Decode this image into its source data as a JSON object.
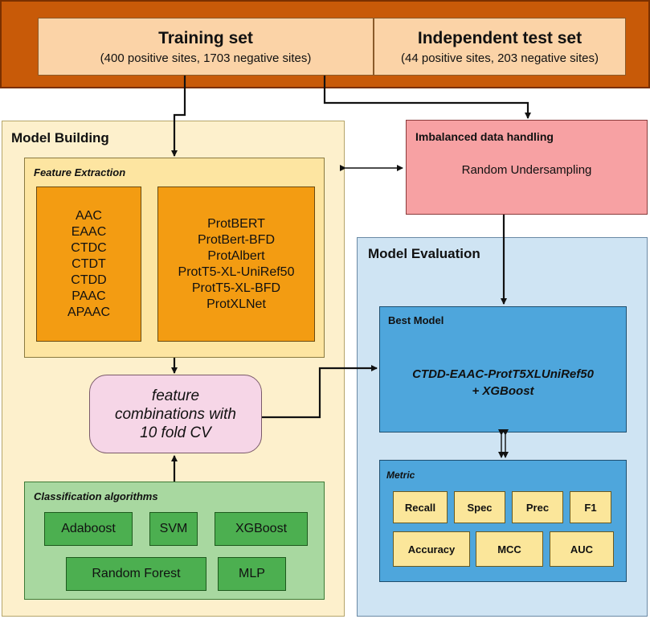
{
  "training_set": {
    "title": "Training set",
    "subtitle": "(400 positive sites, 1703 negative sites)"
  },
  "test_set": {
    "title": "Independent test set",
    "subtitle": "(44 positive sites, 203 negative sites)"
  },
  "model_building": {
    "title": "Model Building",
    "feature_extraction": {
      "title": "Feature Extraction",
      "handcrafted": [
        "AAC",
        "EAAC",
        "CTDC",
        "CTDT",
        "CTDD",
        "PAAC",
        "APAAC"
      ],
      "protein_language_models": [
        "ProtBERT",
        "ProtBert-BFD",
        "ProtAlbert",
        "ProtT5-XL-UniRef50",
        "ProtT5-XL-BFD",
        "ProtXLNet"
      ]
    },
    "feature_combinations": [
      "feature",
      "combinations with",
      "10 fold CV"
    ],
    "classification": {
      "title": "Classification algorithms",
      "algorithms": [
        "Adaboost",
        "SVM",
        "XGBoost",
        "Random Forest",
        "MLP"
      ]
    }
  },
  "imbalanced": {
    "title": "Imbalanced data handling",
    "method": "Random Undersampling"
  },
  "model_evaluation": {
    "title": "Model Evaluation",
    "best_model": {
      "title": "Best Model",
      "lines": [
        "CTDD-EAAC-ProtT5XLUniRef50",
        "+ XGBoost"
      ]
    },
    "metric": {
      "title": "Metric",
      "items": [
        "Recall",
        "Spec",
        "Prec",
        "F1",
        "Accuracy",
        "MCC",
        "AUC"
      ]
    }
  },
  "colors": {
    "top_band": "#c85a08",
    "set_box": "#fbd3a7",
    "model_building_bg": "#fdf0cc",
    "feature_extraction_bg": "#fde5a1",
    "feature_box": "#f39c12",
    "combination_box": "#f6d6e7",
    "classification_bg": "#a8d8a0",
    "algorithm_box": "#4caf50",
    "imbalanced_bg": "#f7a1a3",
    "model_evaluation_bg": "#cfe4f3",
    "best_model_bg": "#4ea6dc",
    "metric_box": "#fbe69a"
  }
}
